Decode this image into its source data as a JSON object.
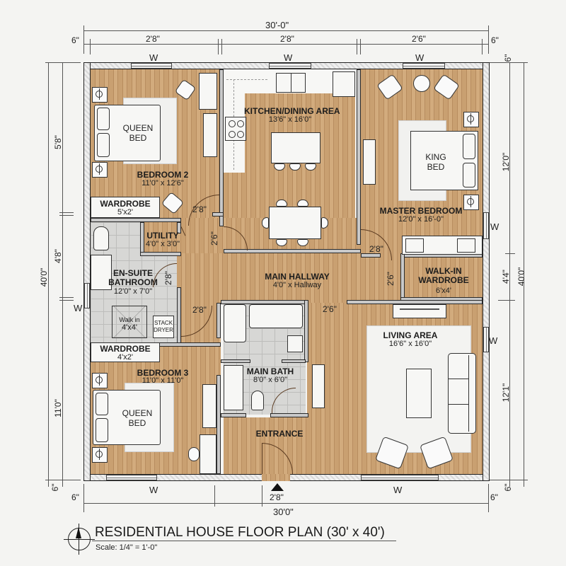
{
  "title": "RESIDENTIAL HOUSE FLOOR PLAN (30' x 40')",
  "scale": "Scale: 1/4\" = 1'-0\"",
  "colors": {
    "wood_floor": "#c9a071",
    "tile_floor": "#d7d7d5",
    "wall_hatch": "#d8d8d8",
    "background": "#f4f4f2",
    "line": "#222222"
  },
  "dimensions": {
    "top": {
      "overall": "30'-0\"",
      "left_margin": "6\"",
      "right_margin": "6\"",
      "segments": [
        "2'8\"",
        "2'8\"",
        "2'6\""
      ],
      "windows": [
        "W",
        "W",
        "W"
      ]
    },
    "bottom": {
      "overall": "30'0\"",
      "left_margin": "6\"",
      "right_margin": "6\"",
      "entrance": "2'8\"",
      "windows": [
        "W",
        "W"
      ]
    },
    "left": {
      "segments": [
        "5'8\"",
        "4'8\"",
        "11'0\""
      ],
      "overall": "40'0\"",
      "bottom_margin": "6\"",
      "window": "W"
    },
    "right": {
      "top_margin": "6\"",
      "segments": [
        "12'0\"",
        "4'4\"",
        "12'1\""
      ],
      "overall": "40'0\"",
      "bottom_margin": "6\"",
      "windows": [
        "W",
        "W"
      ]
    }
  },
  "rooms": {
    "bedroom2": {
      "name": "BEDROOM 2",
      "size": "11'0\" x 12'6\"",
      "bed": "QUEEN BED",
      "bed_line1": "QUEEN",
      "bed_line2": "BED"
    },
    "wardrobe1": {
      "name": "WARDROBE",
      "size": "5'x2'"
    },
    "kitchen": {
      "name": "KITCHEN/DINING AREA",
      "size": "13'6\" x 16'0\""
    },
    "master": {
      "name": "MASTER BEDROOM",
      "size": "12'0\" x 16'-0\"",
      "bed_line1": "KING",
      "bed_line2": "BED"
    },
    "walkin": {
      "name_line1": "WALK-IN",
      "name_line2": "WARDROBE",
      "size": "6'x4'"
    },
    "utility": {
      "name": "UTILITY",
      "size": "4'0\" x 3'0\""
    },
    "ensuite": {
      "name_line1": "EN-SUITE",
      "name_line2": "BATHROOM",
      "size": "12'0\" x 7'0\"",
      "shower_label": "Walk in",
      "shower_size": "4'x4'",
      "dryer_line1": "STACK",
      "dryer_line2": "DRYER"
    },
    "hallway": {
      "name": "MAIN HALLWAY",
      "size": "4'0\" x Hallway"
    },
    "wardrobe2": {
      "name": "WARDROBE",
      "size": "4'x2'"
    },
    "bedroom3": {
      "name": "BEDROOM 3",
      "size": "11'0\" x 11'0\"",
      "bed_line1": "QUEEN",
      "bed_line2": "BED"
    },
    "mainbath": {
      "name": "MAIN BATH",
      "size": "8'0\" x 6'0\""
    },
    "entrance": {
      "name": "ENTRANCE"
    },
    "living": {
      "name": "LIVING AREA",
      "size": "16'6\" x 16'0\""
    }
  },
  "doors": {
    "bedroom2": "2'8\"",
    "kitchen": "2'6\"",
    "master": "2'8\"",
    "walkin": "2'6\"",
    "ensuite": "2'8\"",
    "bedroom3": "2'8\"",
    "living": "2'6\""
  }
}
